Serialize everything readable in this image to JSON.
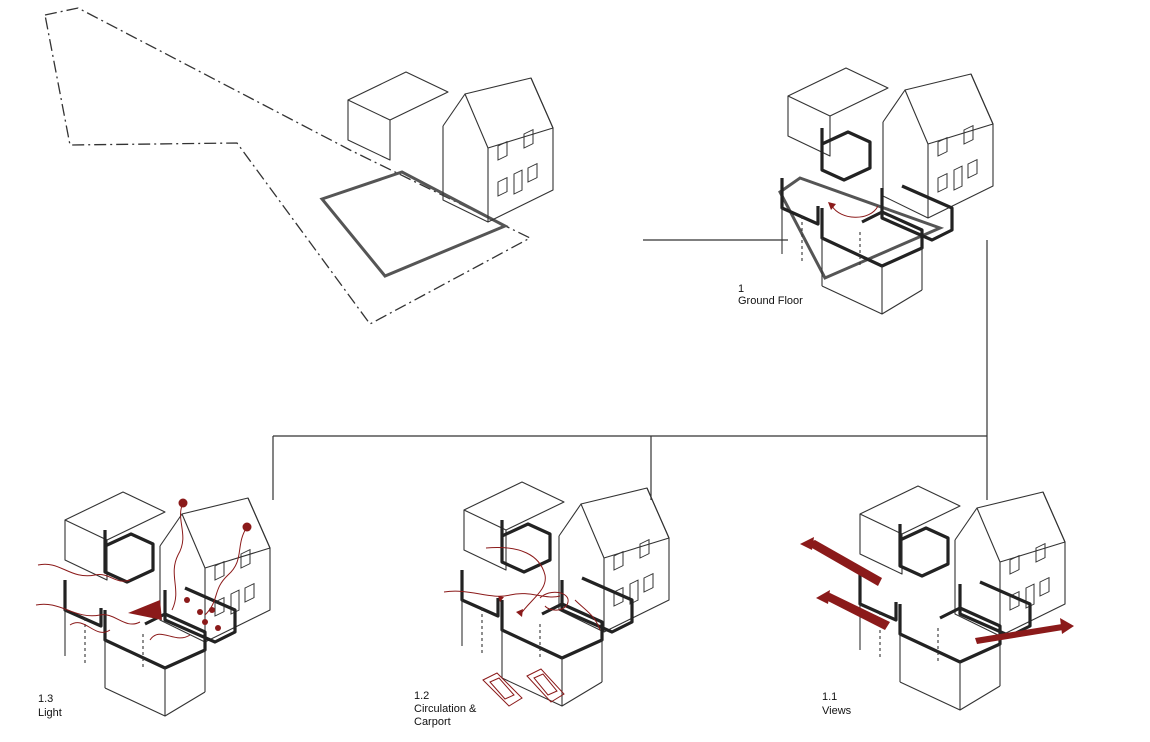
{
  "diagram": {
    "nodes": [
      {
        "id": "1",
        "number": "1",
        "caption": "Ground Floor"
      },
      {
        "id": "1.1",
        "number": "1.1",
        "caption": "Views"
      },
      {
        "id": "1.2",
        "number": "1.2",
        "caption": "Circulation &\nCarport"
      },
      {
        "id": "1.3",
        "number": "1.3",
        "caption": "Light"
      }
    ],
    "edges": [
      {
        "from": "site",
        "to": "1"
      },
      {
        "from": "1",
        "to": "1.1"
      },
      {
        "from": "1",
        "to": "1.2"
      },
      {
        "from": "1",
        "to": "1.3"
      }
    ]
  },
  "colors": {
    "line": "#333333",
    "accent": "#8b1a1a",
    "background": "#ffffff"
  }
}
